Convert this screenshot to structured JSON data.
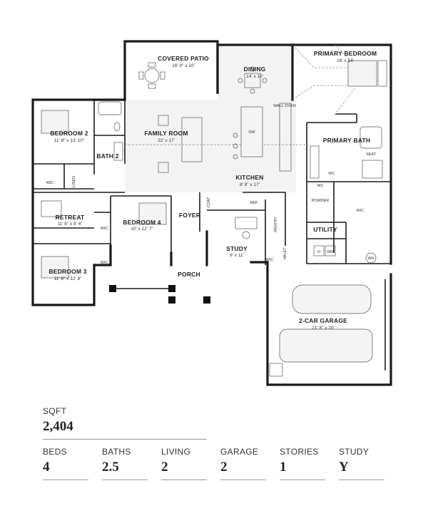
{
  "rooms": {
    "covered_patio": {
      "name": "COVERED PATIO",
      "dim": "16' 9\" x 10'"
    },
    "dining": {
      "name": "DINING",
      "dim": "14' x 10'"
    },
    "primary_bedroom": {
      "name": "PRIMARY BEDROOM",
      "dim": "16' x 14'"
    },
    "bedroom2": {
      "name": "BEDROOM 2",
      "dim": "11' 8\" x 13' 10\""
    },
    "bath2": {
      "name": "BATH 2"
    },
    "family_room": {
      "name": "FAMILY ROOM",
      "dim": "22' x 17'"
    },
    "primary_bath": {
      "name": "PRIMARY BATH"
    },
    "kitchen": {
      "name": "KITCHEN",
      "dim": "8' 9\" x 17'"
    },
    "retreat": {
      "name": "RETREAT",
      "dim": "11' 8\" x 8' 4\""
    },
    "bedroom4": {
      "name": "BEDROOM 4",
      "dim": "10' x 12' 7\""
    },
    "study": {
      "name": "STUDY",
      "dim": "9' x 11'"
    },
    "bedroom3": {
      "name": "BEDROOM 3",
      "dim": "11' 8\" x 12' 8\""
    },
    "utility": {
      "name": "UTILITY"
    },
    "garage": {
      "name": "2-CAR GARAGE",
      "dim": "21' 8\" x 20'"
    },
    "porch": {
      "name": "PORCH"
    },
    "foyer": {
      "name": "FOYER"
    }
  },
  "labels": {
    "wic": "WIC",
    "linen": "LINEN",
    "wc": "WC",
    "seat": "SEAT",
    "powder": "POWDER",
    "pantry": "PANTRY",
    "coat": "COAT",
    "ref": "REF",
    "dw": "DW",
    "wall_oven": "WALL OVEN",
    "valet": "VALET",
    "d": "D",
    "wm": "WM",
    "wh": "WH"
  },
  "stats": {
    "sqft": {
      "label": "SQFT",
      "value": "2,404"
    },
    "beds": {
      "label": "BEDS",
      "value": "4"
    },
    "baths": {
      "label": "BATHS",
      "value": "2.5"
    },
    "living": {
      "label": "LIVING",
      "value": "2"
    },
    "garage": {
      "label": "GARAGE",
      "value": "2"
    },
    "stories": {
      "label": "STORIES",
      "value": "1"
    },
    "study": {
      "label": "STUDY",
      "value": "Y"
    }
  }
}
